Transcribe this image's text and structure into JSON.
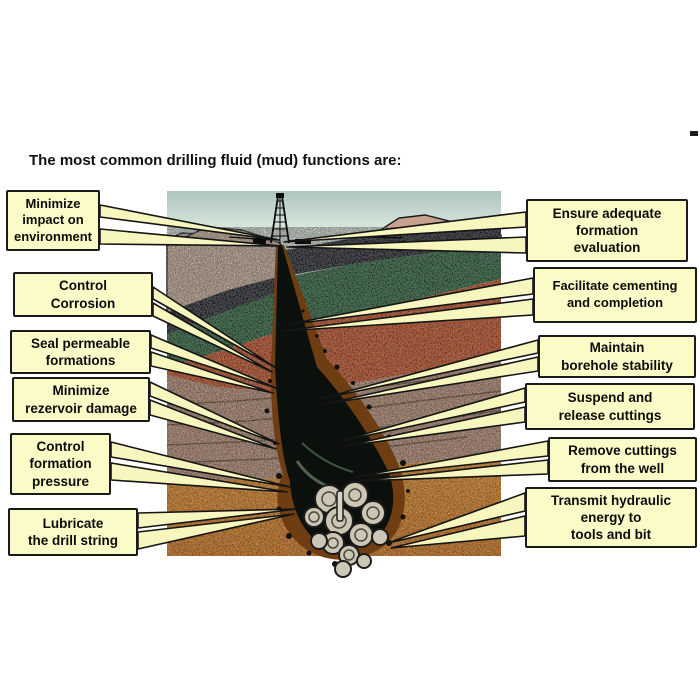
{
  "slide": {
    "title": "The most common drilling fluid (mud) functions are:"
  },
  "callouts": {
    "left": [
      {
        "id": "minimize-impact",
        "label": "Minimize\nimpact on\nenvironment"
      },
      {
        "id": "control-corrosion",
        "label": "Control\nCorrosion"
      },
      {
        "id": "seal-permeable",
        "label": "Seal permeable\nformations"
      },
      {
        "id": "minimize-reservoir",
        "label": "Minimize\nrezervoir damage"
      },
      {
        "id": "control-pressure",
        "label": "Control\nformation\npressure"
      },
      {
        "id": "lubricate-string",
        "label": "Lubricate\nthe drill string"
      }
    ],
    "right": [
      {
        "id": "formation-evaluation",
        "label": "Ensure adequate\nformation\nevaluation"
      },
      {
        "id": "cementing-completion",
        "label": "Facilitate cementing\nand completion"
      },
      {
        "id": "borehole-stability",
        "label": "Maintain\nborehole stability"
      },
      {
        "id": "suspend-cuttings",
        "label": "Suspend and\nrelease cuttings"
      },
      {
        "id": "remove-cuttings",
        "label": "Remove cuttings\nfrom the well"
      },
      {
        "id": "hydraulic-energy",
        "label": "Transmit hydraulic\nenergy to\ntools and bit"
      }
    ]
  },
  "illustration": {
    "name": "drilling-rig-geological-cross-section",
    "elements": [
      "derrick",
      "borehole",
      "drill-string",
      "drill-bit",
      "rock-strata"
    ]
  },
  "colors": {
    "callout_fill": "#FBFBC8",
    "callout_border": "#1A1A1A",
    "beam_fill": "#F6F6BE",
    "page_background": "#FFFFFF",
    "strata_pink": "#CDB29B",
    "mountain_pink": "#C9A28D",
    "strata_shadow": "#14161C",
    "strata_green": "#1D5B2F",
    "strata_orange_red": "#CC4715",
    "strata_mauve": "#BC8C72",
    "strata_bottom_orange": "#F18511",
    "borehole_brown": "#6F3D12",
    "bit_gray": "#CCC6B4",
    "sky": "#D4E4D8"
  }
}
